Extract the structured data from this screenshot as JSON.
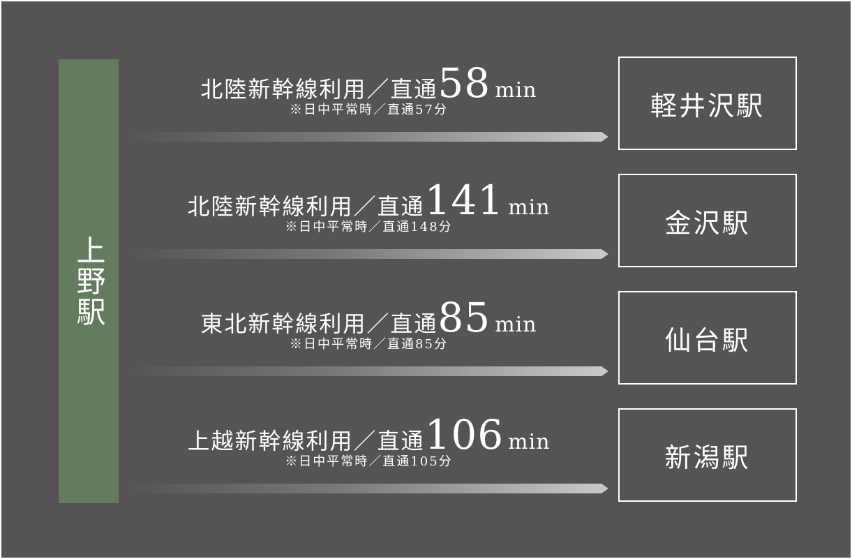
{
  "origin": {
    "label": "上野駅",
    "color": "#657b5e"
  },
  "background_color": "#555354",
  "routes": [
    {
      "line": "北陸新幹線利用／直通",
      "minutes": "58",
      "unit": "min",
      "note": "※日中平常時／直通57分",
      "destination": "軽井沢駅"
    },
    {
      "line": "北陸新幹線利用／直通",
      "minutes": "141",
      "unit": "min",
      "note": "※日中平常時／直通148分",
      "destination": "金沢駅"
    },
    {
      "line": "東北新幹線利用／直通",
      "minutes": "85",
      "unit": "min",
      "note": "※日中平常時／直通85分",
      "destination": "仙台駅"
    },
    {
      "line": "上越新幹線利用／直通",
      "minutes": "106",
      "unit": "min",
      "note": "※日中平常時／直通105分",
      "destination": "新潟駅"
    }
  ]
}
